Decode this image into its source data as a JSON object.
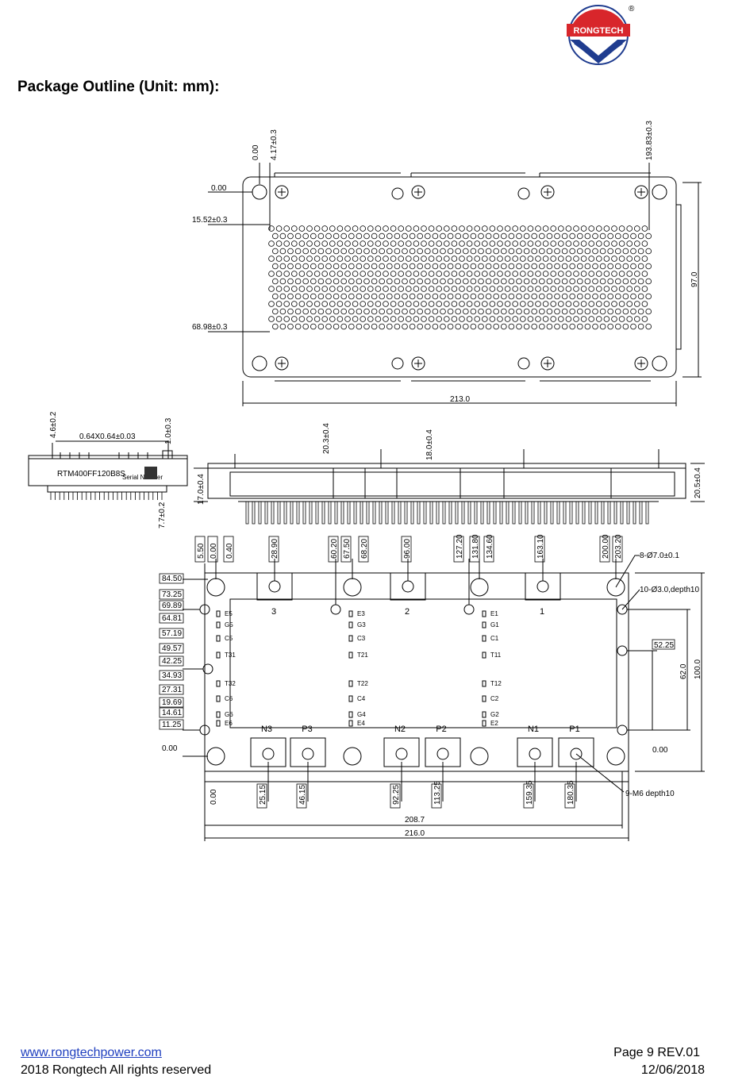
{
  "logo": {
    "brand": "RONGTECH",
    "registered": "®",
    "colors": {
      "red": "#d8262b",
      "blue": "#1f3c8f"
    }
  },
  "title": "Package Outline (Unit: mm):",
  "top_view": {
    "dims_top": [
      "0.00",
      "4.17±0.3",
      "193.83±0.3"
    ],
    "dims_left": [
      "0.00",
      "15.52±0.3",
      "68.98±0.3"
    ],
    "dim_right": "97.0",
    "dim_bottom": "213.0"
  },
  "side_small": {
    "dims": [
      "4.6±0.2",
      "0.64X0.64±0.03",
      "1.0±0.3",
      "7.7±0.2"
    ],
    "part_label": "RTM400FF120B8S",
    "serial_label": "Serial Number"
  },
  "side_view": {
    "dims": [
      "20.3±0.4",
      "18.0±0.4",
      "17.0±0.4",
      "20.5±0.4"
    ]
  },
  "bottom_view": {
    "dims_top": [
      "5.50",
      "0.00",
      "0.40",
      "28.90",
      "60.20",
      "67.50",
      "68.20",
      "96.00",
      "127.20",
      "131.80",
      "134.60",
      "163.10",
      "200.00",
      "203.20"
    ],
    "dims_left": [
      "84.50",
      "73.25",
      "69.89",
      "64.81",
      "57.19",
      "49.57",
      "42.25",
      "34.93",
      "27.31",
      "19.69",
      "14.61",
      "11.25",
      "0.00"
    ],
    "dims_bottom": [
      "0.00",
      "25.15",
      "46.15",
      "92.25",
      "113.25",
      "159.35",
      "180.35"
    ],
    "notes": [
      "8-Ø7.0±0.1",
      "10-Ø3.0,depth10",
      "9-M6 depth10"
    ],
    "dims_right": [
      "52.25",
      "62.0",
      "100.0",
      "0.00"
    ],
    "overall": [
      "208.7",
      "216.0"
    ],
    "power_terminals": [
      "3",
      "2",
      "1"
    ],
    "bottom_terminals": [
      "N3",
      "P3",
      "N2",
      "P2",
      "N1",
      "P1"
    ],
    "pin_col1": [
      "E5",
      "G5",
      "C5",
      "T31",
      "T32",
      "C6",
      "G6",
      "E6"
    ],
    "pin_col2": [
      "E3",
      "G3",
      "C3",
      "T21",
      "T22",
      "C4",
      "G4",
      "E4"
    ],
    "pin_col3": [
      "E1",
      "G1",
      "C1",
      "T11",
      "T12",
      "C2",
      "G2",
      "E2"
    ]
  },
  "footer": {
    "url": "www.rongtechpower.com",
    "copyright": "2018 Rongtech All rights reserved",
    "page": "Page 9  REV.01",
    "date": "12/06/2018"
  }
}
